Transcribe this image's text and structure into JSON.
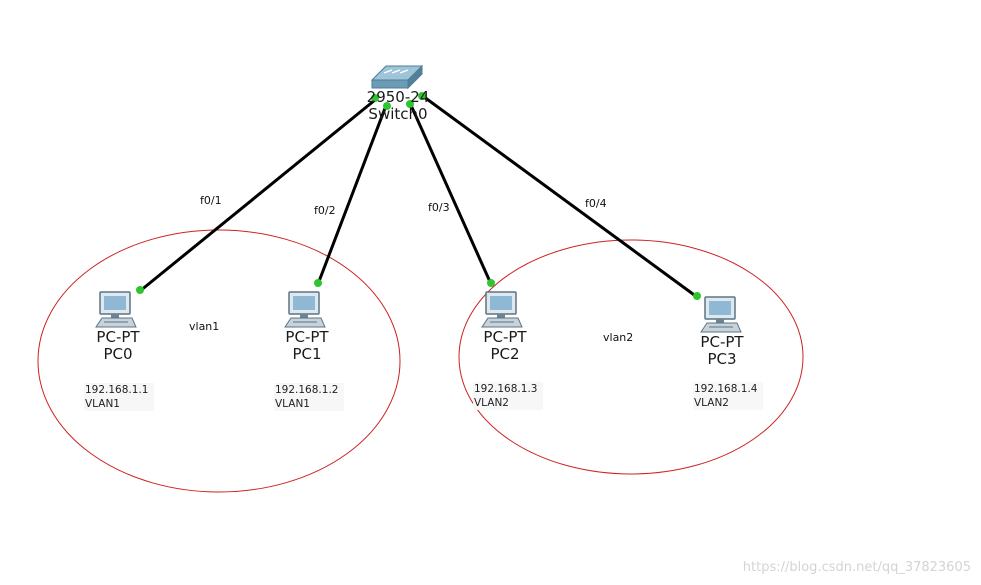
{
  "switch": {
    "model": "2950-24",
    "name": "Switch0"
  },
  "pcs": [
    {
      "model": "PC-PT",
      "name": "PC0",
      "ip": "192.168.1.1",
      "vlan": "VLAN1",
      "port": "f0/1"
    },
    {
      "model": "PC-PT",
      "name": "PC1",
      "ip": "192.168.1.2",
      "vlan": "VLAN1",
      "port": "f0/2"
    },
    {
      "model": "PC-PT",
      "name": "PC2",
      "ip": "192.168.1.3",
      "vlan": "VLAN2",
      "port": "f0/3"
    },
    {
      "model": "PC-PT",
      "name": "PC3",
      "ip": "192.168.1.4",
      "vlan": "VLAN2",
      "port": "f0/4"
    }
  ],
  "groups": [
    {
      "label": "vlan1"
    },
    {
      "label": "vlan2"
    }
  ],
  "watermark": "https://blog.csdn.net/qq_37823605",
  "colors": {
    "link": "#000000",
    "port_dot": "#2fc52f",
    "ellipse": "#cc2222"
  }
}
